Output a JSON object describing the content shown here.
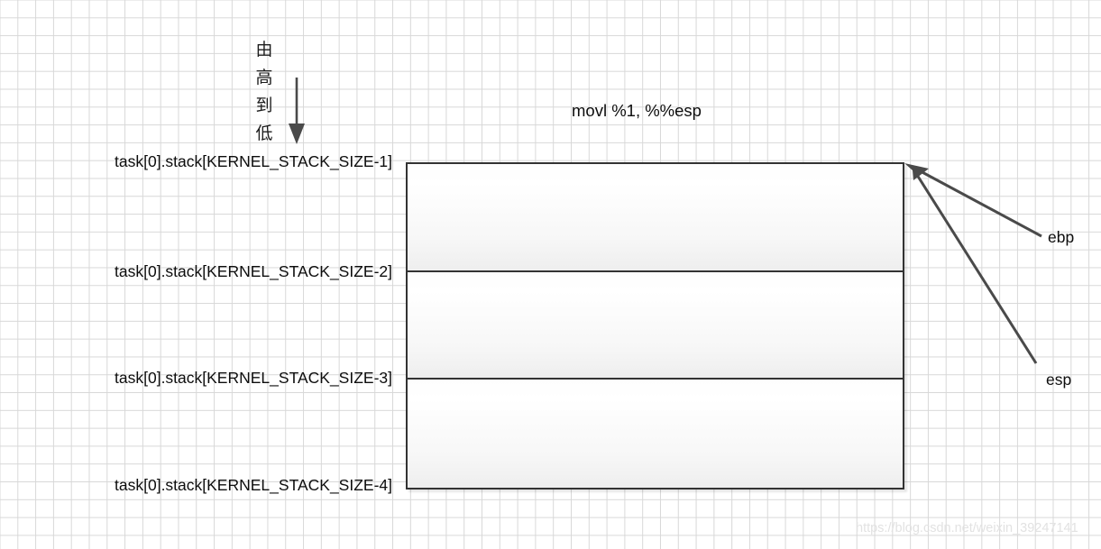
{
  "diagram": {
    "title": "movl %1, %%esp",
    "direction_note": "由\n高\n到\n低",
    "rows": [
      {
        "label": "task[0].stack[KERNEL_STACK_SIZE-1]"
      },
      {
        "label": "task[0].stack[KERNEL_STACK_SIZE-2]"
      },
      {
        "label": "task[0].stack[KERNEL_STACK_SIZE-3]"
      },
      {
        "label": "task[0].stack[KERNEL_STACK_SIZE-4]"
      }
    ],
    "pointers": [
      {
        "name": "ebp"
      },
      {
        "name": "esp"
      }
    ],
    "watermark": "https://blog.csdn.net/weixin_39247141",
    "colors": {
      "grid": "#d8d8d8",
      "box_border": "#333333",
      "box_fill_top": "#fdfdfd",
      "box_fill_bottom": "#eeeeee",
      "arrow": "#4a4a4a",
      "text": "#0d0d0d",
      "watermark": "#e2e2e2"
    }
  }
}
